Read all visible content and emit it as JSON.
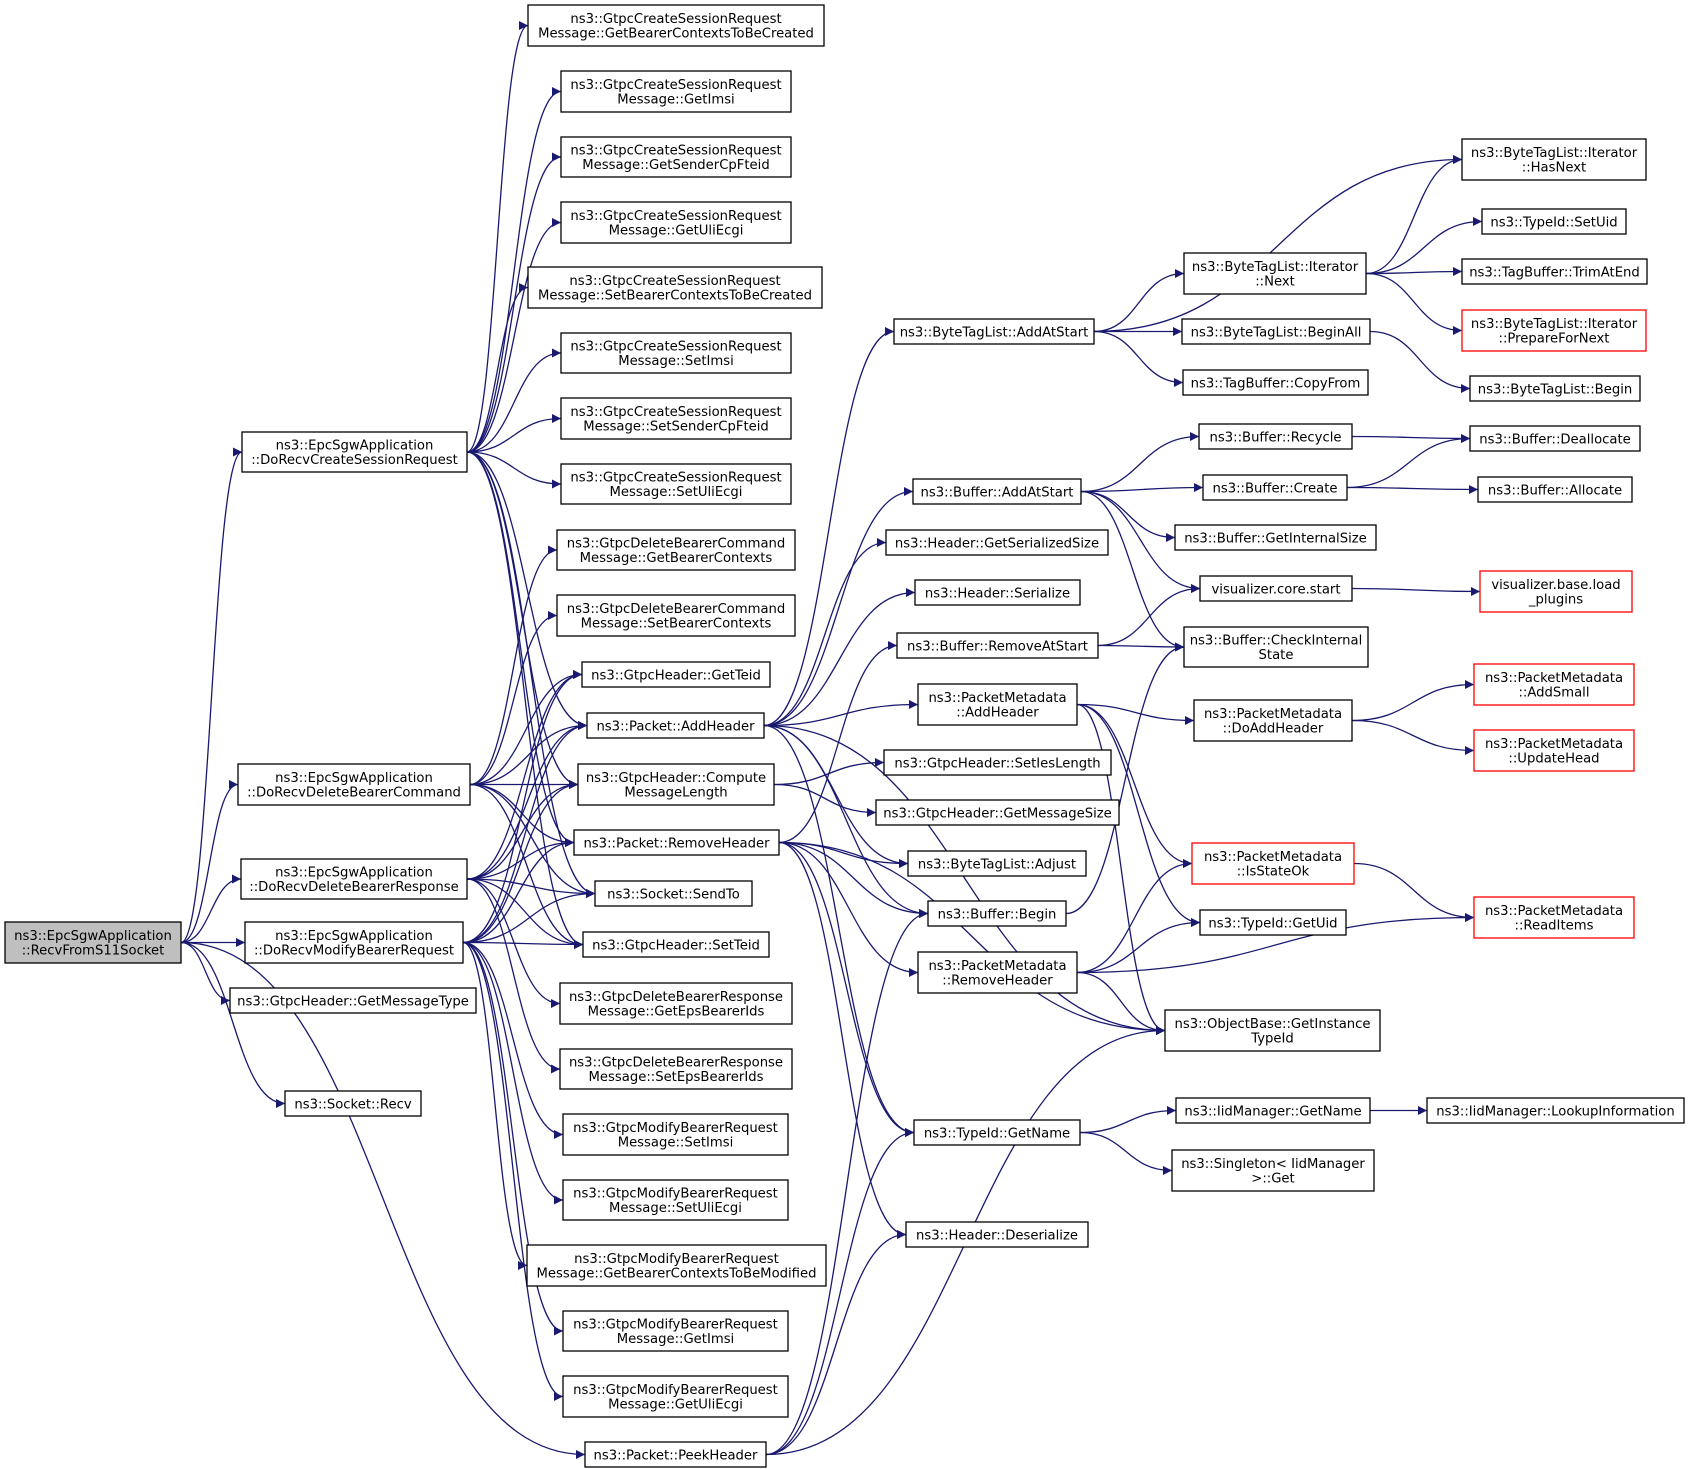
{
  "diagram": {
    "type": "call-graph",
    "edge_color": "#191970",
    "truncated_node_border_color": "#ff0000",
    "root_fill_color": "#bfbfbf",
    "nodes": [
      {
        "id": "root",
        "lines": [
          "ns3::EpcSgwApplication",
          "::RecvFromS11Socket"
        ],
        "style": "root"
      },
      {
        "id": "createSess",
        "lines": [
          "ns3::EpcSgwApplication",
          "::DoRecvCreateSessionRequest"
        ]
      },
      {
        "id": "delCmd",
        "lines": [
          "ns3::EpcSgwApplication",
          "::DoRecvDeleteBearerCommand"
        ]
      },
      {
        "id": "delResp",
        "lines": [
          "ns3::EpcSgwApplication",
          "::DoRecvDeleteBearerResponse"
        ]
      },
      {
        "id": "modReq",
        "lines": [
          "ns3::EpcSgwApplication",
          "::DoRecvModifyBearerRequest"
        ]
      },
      {
        "id": "getMsgType",
        "lines": [
          "ns3::GtpcHeader::GetMessageType"
        ]
      },
      {
        "id": "sockRecv",
        "lines": [
          "ns3::Socket::Recv"
        ]
      },
      {
        "id": "csGetBearer",
        "lines": [
          "ns3::GtpcCreateSessionRequest",
          "Message::GetBearerContextsToBeCreated"
        ]
      },
      {
        "id": "csGetImsi",
        "lines": [
          "ns3::GtpcCreateSessionRequest",
          "Message::GetImsi"
        ]
      },
      {
        "id": "csGetSender",
        "lines": [
          "ns3::GtpcCreateSessionRequest",
          "Message::GetSenderCpFteid"
        ]
      },
      {
        "id": "csGetUli",
        "lines": [
          "ns3::GtpcCreateSessionRequest",
          "Message::GetUliEcgi"
        ]
      },
      {
        "id": "csSetBearer",
        "lines": [
          "ns3::GtpcCreateSessionRequest",
          "Message::SetBearerContextsToBeCreated"
        ]
      },
      {
        "id": "csSetImsi",
        "lines": [
          "ns3::GtpcCreateSessionRequest",
          "Message::SetImsi"
        ]
      },
      {
        "id": "csSetSender",
        "lines": [
          "ns3::GtpcCreateSessionRequest",
          "Message::SetSenderCpFteid"
        ]
      },
      {
        "id": "csSetUli",
        "lines": [
          "ns3::GtpcCreateSessionRequest",
          "Message::SetUliEcgi"
        ]
      },
      {
        "id": "dcGet",
        "lines": [
          "ns3::GtpcDeleteBearerCommand",
          "Message::GetBearerContexts"
        ]
      },
      {
        "id": "dcSet",
        "lines": [
          "ns3::GtpcDeleteBearerCommand",
          "Message::SetBearerContexts"
        ]
      },
      {
        "id": "getTeid",
        "lines": [
          "ns3::GtpcHeader::GetTeid"
        ]
      },
      {
        "id": "pktAdd",
        "lines": [
          "ns3::Packet::AddHeader"
        ]
      },
      {
        "id": "compLen",
        "lines": [
          "ns3::GtpcHeader::Compute",
          "MessageLength"
        ]
      },
      {
        "id": "pktRemove",
        "lines": [
          "ns3::Packet::RemoveHeader"
        ]
      },
      {
        "id": "sendTo",
        "lines": [
          "ns3::Socket::SendTo"
        ]
      },
      {
        "id": "setTeid",
        "lines": [
          "ns3::GtpcHeader::SetTeid"
        ]
      },
      {
        "id": "drGet",
        "lines": [
          "ns3::GtpcDeleteBearerResponse",
          "Message::GetEpsBearerIds"
        ]
      },
      {
        "id": "drSet",
        "lines": [
          "ns3::GtpcDeleteBearerResponse",
          "Message::SetEpsBearerIds"
        ]
      },
      {
        "id": "mbSetImsi",
        "lines": [
          "ns3::GtpcModifyBearerRequest",
          "Message::SetImsi"
        ]
      },
      {
        "id": "mbSetUli",
        "lines": [
          "ns3::GtpcModifyBearerRequest",
          "Message::SetUliEcgi"
        ]
      },
      {
        "id": "mbGetBearer",
        "lines": [
          "ns3::GtpcModifyBearerRequest",
          "Message::GetBearerContextsToBeModified"
        ]
      },
      {
        "id": "mbGetImsi",
        "lines": [
          "ns3::GtpcModifyBearerRequest",
          "Message::GetImsi"
        ]
      },
      {
        "id": "mbGetUli",
        "lines": [
          "ns3::GtpcModifyBearerRequest",
          "Message::GetUliEcgi"
        ]
      },
      {
        "id": "pktPeek",
        "lines": [
          "ns3::Packet::PeekHeader"
        ]
      },
      {
        "id": "btlAddAtStart",
        "lines": [
          "ns3::ByteTagList::AddAtStart"
        ]
      },
      {
        "id": "bufAddAtStart",
        "lines": [
          "ns3::Buffer::AddAtStart"
        ]
      },
      {
        "id": "hdrGetSize",
        "lines": [
          "ns3::Header::GetSerializedSize"
        ]
      },
      {
        "id": "hdrSerialize",
        "lines": [
          "ns3::Header::Serialize"
        ]
      },
      {
        "id": "bufRemoveAtStart",
        "lines": [
          "ns3::Buffer::RemoveAtStart"
        ]
      },
      {
        "id": "pmAddHeader",
        "lines": [
          "ns3::PacketMetadata",
          "::AddHeader"
        ]
      },
      {
        "id": "setIesLen",
        "lines": [
          "ns3::GtpcHeader::SetIesLength"
        ]
      },
      {
        "id": "getMsgSize",
        "lines": [
          "ns3::GtpcHeader::GetMessageSize"
        ]
      },
      {
        "id": "btlAdjust",
        "lines": [
          "ns3::ByteTagList::Adjust"
        ]
      },
      {
        "id": "bufBegin",
        "lines": [
          "ns3::Buffer::Begin"
        ]
      },
      {
        "id": "pmRemoveHeader",
        "lines": [
          "ns3::PacketMetadata",
          "::RemoveHeader"
        ]
      },
      {
        "id": "typeGetName",
        "lines": [
          "ns3::TypeId::GetName"
        ]
      },
      {
        "id": "hdrDeserialize",
        "lines": [
          "ns3::Header::Deserialize"
        ]
      },
      {
        "id": "itNext",
        "lines": [
          "ns3::ByteTagList::Iterator",
          "::Next"
        ]
      },
      {
        "id": "btlBeginAll",
        "lines": [
          "ns3::ByteTagList::BeginAll"
        ]
      },
      {
        "id": "tbCopyFrom",
        "lines": [
          "ns3::TagBuffer::CopyFrom"
        ]
      },
      {
        "id": "bufRecycle",
        "lines": [
          "ns3::Buffer::Recycle"
        ]
      },
      {
        "id": "bufCreate",
        "lines": [
          "ns3::Buffer::Create"
        ]
      },
      {
        "id": "bufGetInternalSize",
        "lines": [
          "ns3::Buffer::GetInternalSize"
        ]
      },
      {
        "id": "vizStart",
        "lines": [
          "visualizer.core.start"
        ]
      },
      {
        "id": "bufCheck",
        "lines": [
          "ns3::Buffer::CheckInternal",
          "State"
        ]
      },
      {
        "id": "pmDoAdd",
        "lines": [
          "ns3::PacketMetadata",
          "::DoAddHeader"
        ]
      },
      {
        "id": "pmIsStateOk",
        "lines": [
          "ns3::PacketMetadata",
          "::IsStateOk"
        ],
        "style": "red"
      },
      {
        "id": "typeGetUid",
        "lines": [
          "ns3::TypeId::GetUid"
        ]
      },
      {
        "id": "objGetTid",
        "lines": [
          "ns3::ObjectBase::GetInstance",
          "TypeId"
        ]
      },
      {
        "id": "iidGetName",
        "lines": [
          "ns3::IidManager::GetName"
        ]
      },
      {
        "id": "singletonGet",
        "lines": [
          "ns3::Singleton< IidManager",
          ">::Get"
        ]
      },
      {
        "id": "itHasNext",
        "lines": [
          "ns3::ByteTagList::Iterator",
          "::HasNext"
        ]
      },
      {
        "id": "typeSetUid",
        "lines": [
          "ns3::TypeId::SetUid"
        ]
      },
      {
        "id": "tbTrim",
        "lines": [
          "ns3::TagBuffer::TrimAtEnd"
        ]
      },
      {
        "id": "itPrepare",
        "lines": [
          "ns3::ByteTagList::Iterator",
          "::PrepareForNext"
        ],
        "style": "red"
      },
      {
        "id": "btlBegin",
        "lines": [
          "ns3::ByteTagList::Begin"
        ]
      },
      {
        "id": "bufDealloc",
        "lines": [
          "ns3::Buffer::Deallocate"
        ]
      },
      {
        "id": "bufAlloc",
        "lines": [
          "ns3::Buffer::Allocate"
        ]
      },
      {
        "id": "vizLoad",
        "lines": [
          "visualizer.base.load",
          "_plugins"
        ],
        "style": "red"
      },
      {
        "id": "pmAddSmall",
        "lines": [
          "ns3::PacketMetadata",
          "::AddSmall"
        ],
        "style": "red"
      },
      {
        "id": "pmUpdateHead",
        "lines": [
          "ns3::PacketMetadata",
          "::UpdateHead"
        ],
        "style": "red"
      },
      {
        "id": "pmReadItems",
        "lines": [
          "ns3::PacketMetadata",
          "::ReadItems"
        ],
        "style": "red"
      },
      {
        "id": "iidLookup",
        "lines": [
          "ns3::IidManager::LookupInformation"
        ]
      }
    ],
    "edges": [
      [
        "root",
        "createSess"
      ],
      [
        "root",
        "delCmd"
      ],
      [
        "root",
        "delResp"
      ],
      [
        "root",
        "modReq"
      ],
      [
        "root",
        "getMsgType"
      ],
      [
        "root",
        "sockRecv"
      ],
      [
        "root",
        "pktPeek"
      ],
      [
        "createSess",
        "csGetBearer"
      ],
      [
        "createSess",
        "csGetImsi"
      ],
      [
        "createSess",
        "csGetSender"
      ],
      [
        "createSess",
        "csGetUli"
      ],
      [
        "createSess",
        "csSetBearer"
      ],
      [
        "createSess",
        "csSetImsi"
      ],
      [
        "createSess",
        "csSetSender"
      ],
      [
        "createSess",
        "csSetUli"
      ],
      [
        "createSess",
        "pktAdd"
      ],
      [
        "createSess",
        "compLen"
      ],
      [
        "createSess",
        "pktRemove"
      ],
      [
        "createSess",
        "sendTo"
      ],
      [
        "createSess",
        "setTeid"
      ],
      [
        "delCmd",
        "dcGet"
      ],
      [
        "delCmd",
        "dcSet"
      ],
      [
        "delCmd",
        "getTeid"
      ],
      [
        "delCmd",
        "pktAdd"
      ],
      [
        "delCmd",
        "compLen"
      ],
      [
        "delCmd",
        "pktRemove"
      ],
      [
        "delCmd",
        "sendTo"
      ],
      [
        "delCmd",
        "setTeid"
      ],
      [
        "delResp",
        "drGet"
      ],
      [
        "delResp",
        "drSet"
      ],
      [
        "delResp",
        "getTeid"
      ],
      [
        "delResp",
        "pktAdd"
      ],
      [
        "delResp",
        "compLen"
      ],
      [
        "delResp",
        "pktRemove"
      ],
      [
        "delResp",
        "sendTo"
      ],
      [
        "delResp",
        "setTeid"
      ],
      [
        "modReq",
        "mbSetImsi"
      ],
      [
        "modReq",
        "mbSetUli"
      ],
      [
        "modReq",
        "mbGetBearer"
      ],
      [
        "modReq",
        "mbGetImsi"
      ],
      [
        "modReq",
        "mbGetUli"
      ],
      [
        "modReq",
        "getTeid"
      ],
      [
        "modReq",
        "pktAdd"
      ],
      [
        "modReq",
        "compLen"
      ],
      [
        "modReq",
        "pktRemove"
      ],
      [
        "modReq",
        "sendTo"
      ],
      [
        "modReq",
        "setTeid"
      ],
      [
        "pktAdd",
        "btlAddAtStart"
      ],
      [
        "pktAdd",
        "bufAddAtStart"
      ],
      [
        "pktAdd",
        "hdrGetSize"
      ],
      [
        "pktAdd",
        "hdrSerialize"
      ],
      [
        "pktAdd",
        "pmAddHeader"
      ],
      [
        "pktAdd",
        "btlAdjust"
      ],
      [
        "pktAdd",
        "bufBegin"
      ],
      [
        "pktAdd",
        "typeGetName"
      ],
      [
        "pktAdd",
        "objGetTid"
      ],
      [
        "compLen",
        "setIesLen"
      ],
      [
        "compLen",
        "getMsgSize"
      ],
      [
        "pktRemove",
        "bufRemoveAtStart"
      ],
      [
        "pktRemove",
        "btlAdjust"
      ],
      [
        "pktRemove",
        "bufBegin"
      ],
      [
        "pktRemove",
        "pmRemoveHeader"
      ],
      [
        "pktRemove",
        "typeGetName"
      ],
      [
        "pktRemove",
        "hdrDeserialize"
      ],
      [
        "pktRemove",
        "objGetTid"
      ],
      [
        "pktPeek",
        "bufBegin"
      ],
      [
        "pktPeek",
        "typeGetName"
      ],
      [
        "pktPeek",
        "hdrDeserialize"
      ],
      [
        "pktPeek",
        "objGetTid"
      ],
      [
        "btlAddAtStart",
        "itHasNext"
      ],
      [
        "btlAddAtStart",
        "itNext"
      ],
      [
        "btlAddAtStart",
        "btlBeginAll"
      ],
      [
        "btlAddAtStart",
        "tbCopyFrom"
      ],
      [
        "itNext",
        "itHasNext"
      ],
      [
        "itNext",
        "typeSetUid"
      ],
      [
        "itNext",
        "tbTrim"
      ],
      [
        "itNext",
        "itPrepare"
      ],
      [
        "btlBeginAll",
        "btlBegin"
      ],
      [
        "bufAddAtStart",
        "bufRecycle"
      ],
      [
        "bufAddAtStart",
        "bufCreate"
      ],
      [
        "bufAddAtStart",
        "bufGetInternalSize"
      ],
      [
        "bufAddAtStart",
        "vizStart"
      ],
      [
        "bufAddAtStart",
        "bufCheck"
      ],
      [
        "bufRecycle",
        "bufDealloc"
      ],
      [
        "bufCreate",
        "bufDealloc"
      ],
      [
        "bufCreate",
        "bufAlloc"
      ],
      [
        "vizStart",
        "vizLoad"
      ],
      [
        "bufRemoveAtStart",
        "vizStart"
      ],
      [
        "bufRemoveAtStart",
        "bufCheck"
      ],
      [
        "bufBegin",
        "bufCheck"
      ],
      [
        "pmAddHeader",
        "pmDoAdd"
      ],
      [
        "pmAddHeader",
        "pmIsStateOk"
      ],
      [
        "pmAddHeader",
        "typeGetUid"
      ],
      [
        "pmAddHeader",
        "objGetTid"
      ],
      [
        "pmDoAdd",
        "pmAddSmall"
      ],
      [
        "pmDoAdd",
        "pmUpdateHead"
      ],
      [
        "pmIsStateOk",
        "pmReadItems"
      ],
      [
        "pmRemoveHeader",
        "pmIsStateOk"
      ],
      [
        "pmRemoveHeader",
        "typeGetUid"
      ],
      [
        "pmRemoveHeader",
        "pmReadItems"
      ],
      [
        "pmRemoveHeader",
        "objGetTid"
      ],
      [
        "typeGetName",
        "iidGetName"
      ],
      [
        "typeGetName",
        "singletonGet"
      ],
      [
        "iidGetName",
        "iidLookup"
      ]
    ]
  }
}
